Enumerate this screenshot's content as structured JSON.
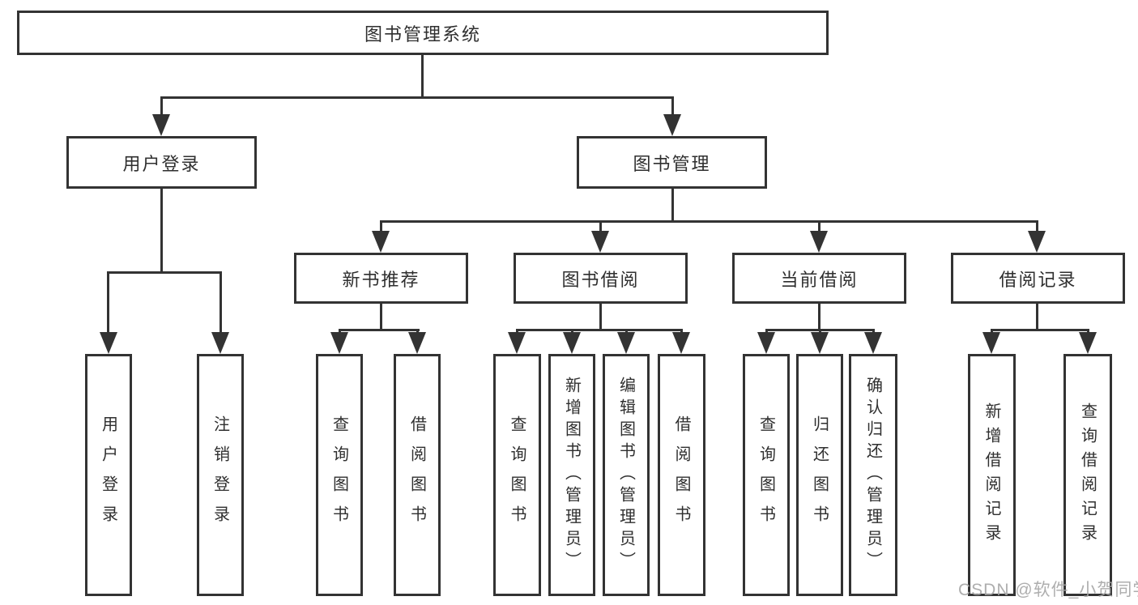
{
  "nodes": {
    "root": "图书管理系统",
    "user_login": "用户登录",
    "book_mgmt": "图书管理",
    "new_book_rec": "新书推荐",
    "book_borrow": "图书借阅",
    "current_borrow": "当前借阅",
    "borrow_records": "借阅记录",
    "ul_login": "用户登录",
    "ul_logout": "注销登录",
    "nbr_query": "查询图书",
    "nbr_borrow": "借阅图书",
    "bb_query": "查询图书",
    "bb_add": "新增图书（管理员）",
    "bb_edit": "编辑图书（管理员）",
    "bb_borrow": "借阅图书",
    "cb_query": "查询图书",
    "cb_return": "归还图书",
    "cb_confirm": "确认归还（管理员）",
    "br_add": "新增借阅记录",
    "br_query": "查询借阅记录"
  },
  "watermark": "CSDN @软件_小贺同学",
  "colors": {
    "line": "#333333",
    "text": "#2f2f2f",
    "watermark": "#a5a5a5",
    "background": "#ffffff"
  }
}
